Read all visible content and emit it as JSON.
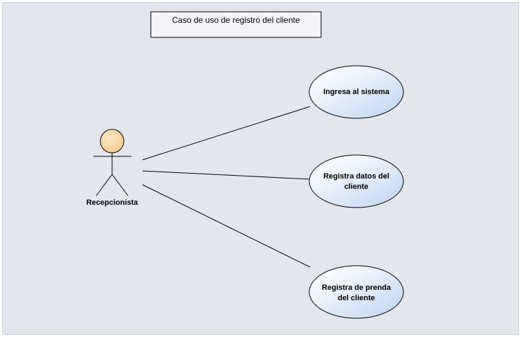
{
  "diagram": {
    "title": "Caso de uso de registro del cliente",
    "actor": {
      "name": "Recepcionista"
    },
    "use_cases": [
      {
        "line1": "Ingresa al sistema",
        "line2": ""
      },
      {
        "line1": "Registra datos del",
        "line2": "cliente"
      },
      {
        "line1": "Registra de prenda",
        "line2": "del cliente"
      }
    ]
  },
  "colors": {
    "background": "#e4e6ee",
    "actor_head": "#f8d6a0",
    "use_case_fill_start": "#ffffff",
    "use_case_fill_end": "#c8dcf4",
    "stroke": "#000000"
  }
}
